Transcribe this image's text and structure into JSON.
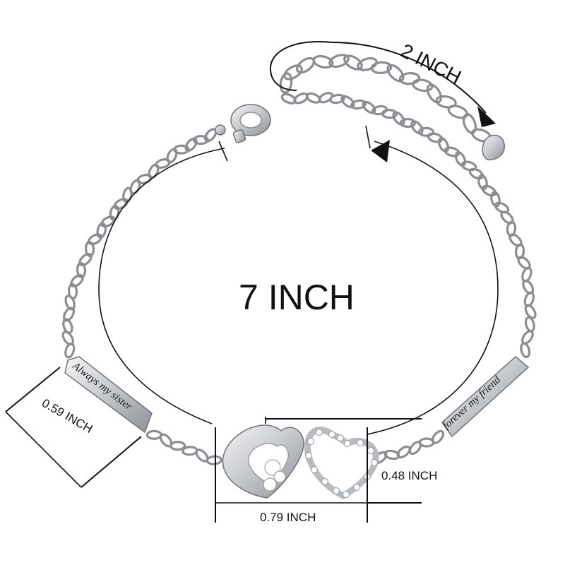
{
  "measurements": {
    "bracelet_length": "7 INCH",
    "extender_length": "2 INCH",
    "tag_height": "0.59 INCH",
    "heart_height": "0.48 INCH",
    "heart_width": "0.79 INCH"
  },
  "engravings": {
    "left_tag": "Always my sister",
    "right_tag": "forever my friend"
  },
  "colors": {
    "metal": "#c9ccd0",
    "metal_dark": "#7b7f84",
    "text": "#111111",
    "background": "#ffffff"
  }
}
